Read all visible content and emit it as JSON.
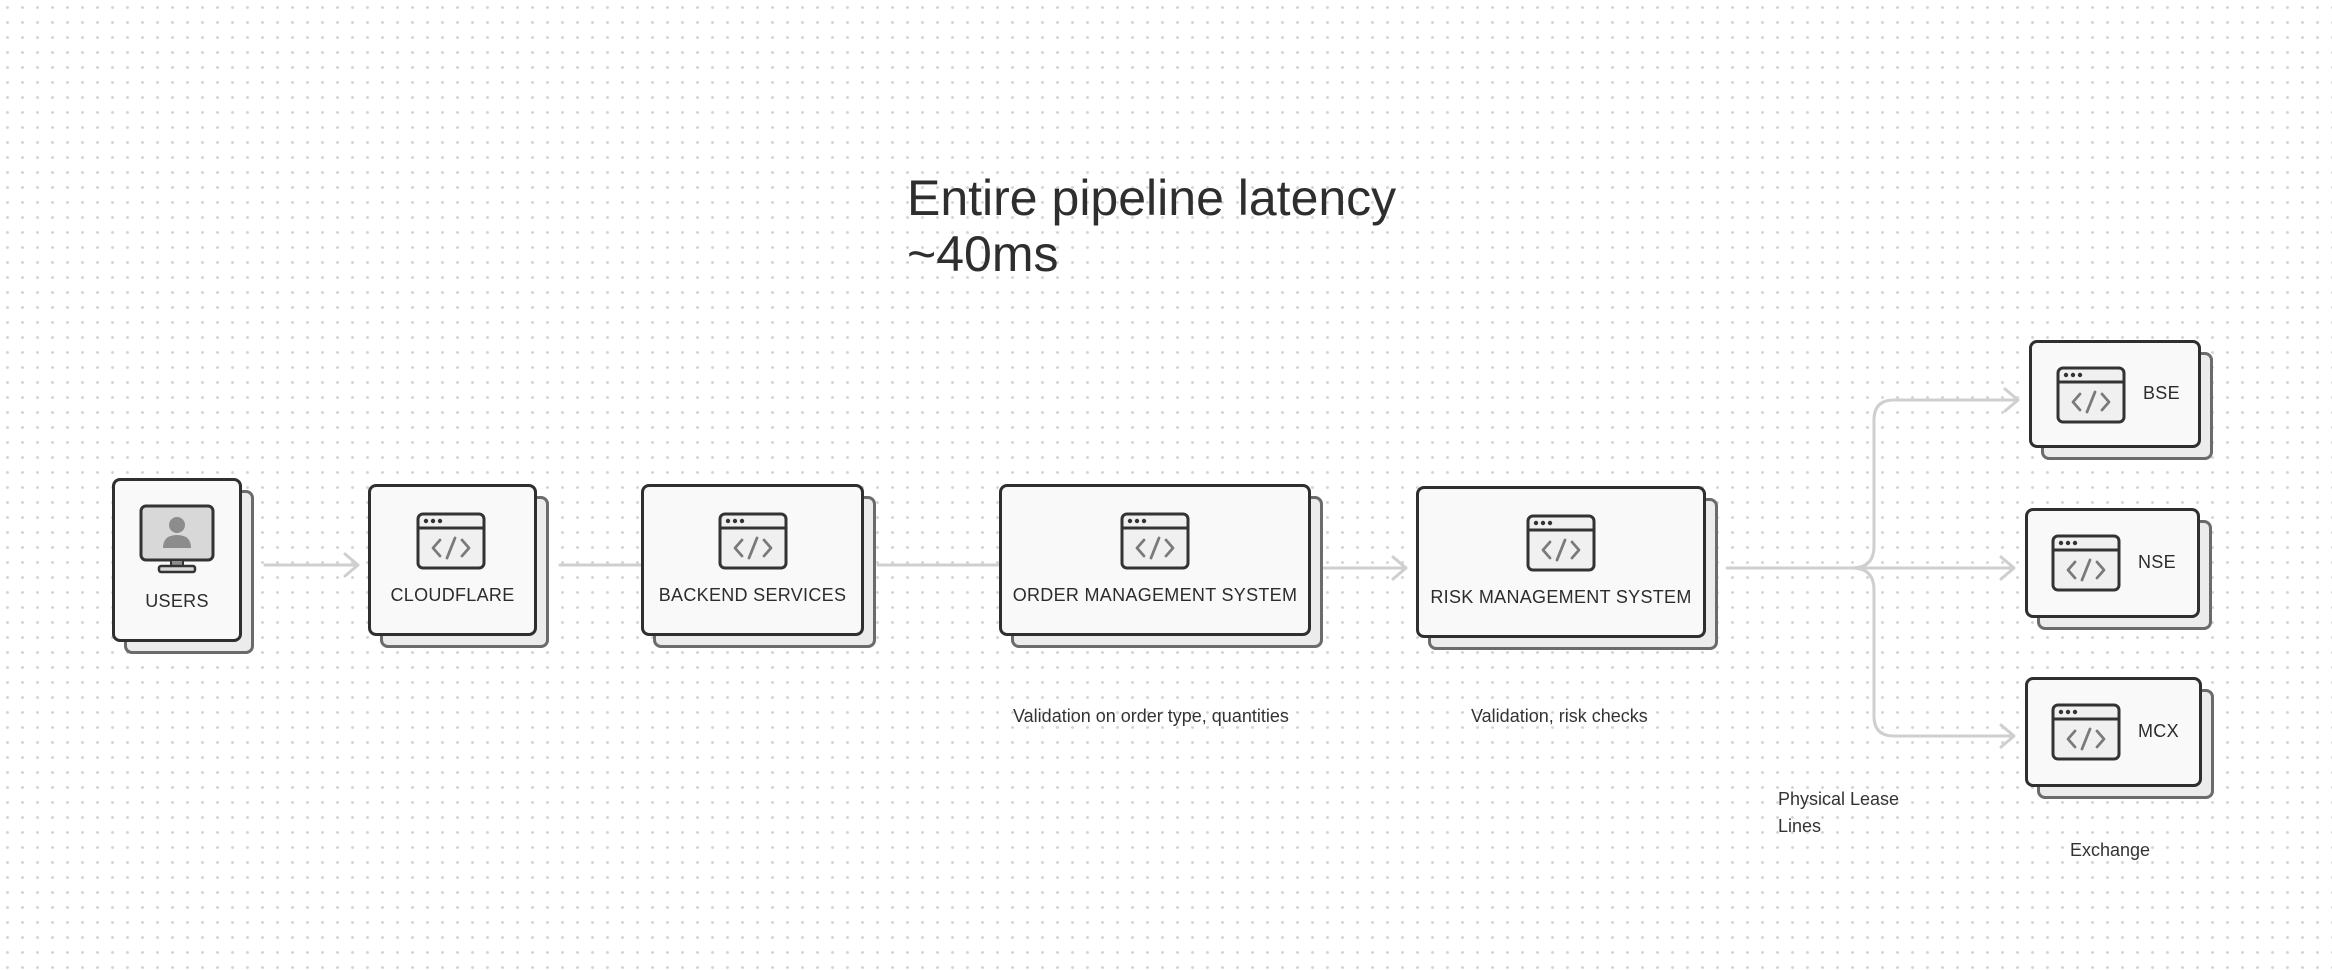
{
  "title": {
    "line1": "Entire pipeline latency",
    "line2": "~40ms"
  },
  "nodes": {
    "users": {
      "label": "USERS",
      "icon": "user-monitor-icon"
    },
    "cloudflare": {
      "label": "CLOUDFLARE",
      "icon": "code-window-icon"
    },
    "backend": {
      "label": "BACKEND SERVICES",
      "icon": "code-window-icon"
    },
    "oms": {
      "label": "ORDER MANAGEMENT SYSTEM",
      "icon": "code-window-icon"
    },
    "rms": {
      "label": "RISK MANAGEMENT SYSTEM",
      "icon": "code-window-icon"
    },
    "bse": {
      "label": "BSE",
      "icon": "code-window-icon"
    },
    "nse": {
      "label": "NSE",
      "icon": "code-window-icon"
    },
    "mcx": {
      "label": "MCX",
      "icon": "code-window-icon"
    }
  },
  "notes": {
    "oms": "Validation on order type, quantities",
    "rms": "Validation, risk checks",
    "lease_line1": "Physical Lease",
    "lease_line2": "Lines",
    "exchange": "Exchange"
  },
  "colors": {
    "connector": "#cfcfcf",
    "card_border": "#2f2f2f",
    "shadow_border": "#6b6b6b",
    "card_fill": "#f8f9f8"
  }
}
